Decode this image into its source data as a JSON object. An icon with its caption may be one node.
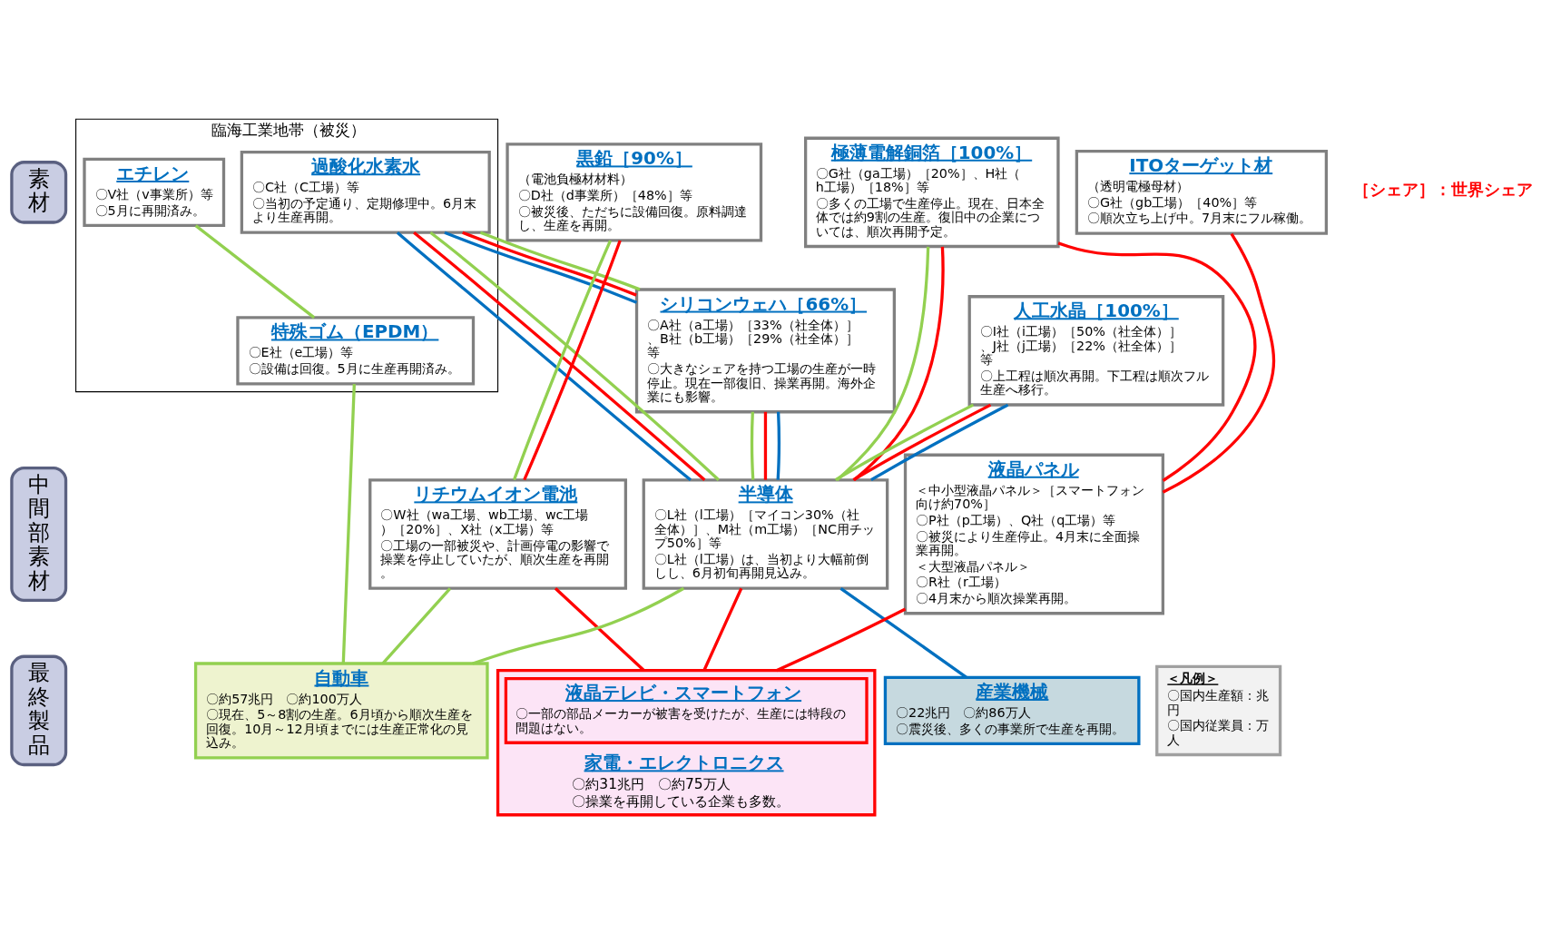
{
  "diagram": {
    "nodes": [
      {
        "text": [
          "素材"
        ]
      },
      {
        "text": [
          "中間部素材"
        ]
      },
      {
        "text": [
          "最終製品"
        ]
      },
      {
        "text": [
          "臨海工業地帯（被災）"
        ]
      },
      {
        "text": [
          "エチレン",
          "〇V社（v事業所）等",
          "〇5月に再開済み。"
        ],
        "in": 3
      },
      {
        "text": [
          "過酸化水素水",
          "〇C社（C工場）等",
          "〇当初の予定通り、定期修理中。6月末より生産再開。"
        ],
        "in": 3
      },
      {
        "text": [
          "特殊ゴム（EPDM）",
          "〇E社（e工場）等",
          "〇設備は回復。5月に生産再開済み。"
        ],
        "in": 3
      },
      {
        "text": [
          "黒鉛［90%］",
          "（電池負極材材料）",
          "〇D社（d事業所）［48%］等",
          "〇被災後、ただちに設備回復。原料調達し、生産を再開。"
        ]
      },
      {
        "text": [
          "極薄電解銅箔［100%］",
          "〇G社（ga工場）［20%］、H社（h工場）［18%］等",
          "〇多くの工場で生産停止。現在、日本全体では約9割の生産。復旧中の企業については、順次再開予定。"
        ]
      },
      {
        "text": [
          "ITOターゲット材",
          "（透明電極母材）",
          "〇G社（gb工場）［40%］等",
          "〇順次立ち上げ中。7月末にフル稼働。"
        ]
      },
      {
        "text": [
          "シリコンウェハ［66%］",
          "〇A社（a工場）［33%（社全体）］、B社（b工場）［29%（社全体）］等",
          "〇大きなシェアを持つ工場の生産が一時停止。現在一部復旧、操業再開。海外企業にも影響。"
        ]
      },
      {
        "text": [
          "人工水晶［100%］",
          "〇I社（i工場）［50%（社全体）］、J社（j工場）［22%（社全体）］等",
          "〇上工程は順次再開。下工程は順次フル生産へ移行。"
        ]
      },
      {
        "text": [
          "リチウムイオン電池",
          "〇W社（wa工場、wb工場、wc工場）［20%］、X社（x工場）等",
          "〇工場の一部被災や、計画停電の影響で操業を停止していたが、順次生産を再開。"
        ]
      },
      {
        "text": [
          "半導体",
          "〇L社（l工場）［マイコン30%（社全体）］、M社（m工場）［NC用チップ50%］等",
          "〇L社（l工場）は、当初より大幅前倒しし、6月初旬再開見込み。"
        ]
      },
      {
        "text": [
          "液晶パネル",
          "＜中小型液晶パネル＞［スマートフォン向け約70%］",
          "〇P社（p工場）、Q社（q工場）等",
          "〇被災により生産停止。4月末に全面操業再開。",
          "＜大型液晶パネル＞",
          "〇R社（r工場）",
          "〇4月末から順次操業再開。"
        ]
      },
      {
        "text": [
          "自動車",
          "〇約57兆円　〇約100万人",
          "〇現在、5～8割の生産。6月頃から順次生産を回復。10月～12月頃までには生産正常化の見込み。"
        ]
      },
      {
        "text": [
          "家電・エレクトロニクス",
          "〇約31兆円　〇約75万人",
          "〇操業を再開している企業も多数。"
        ]
      },
      {
        "text": [
          "液晶テレビ・スマートフォン",
          "〇一部の部品メーカーが被害を受けたが、生産には特段の問題はない。"
        ],
        "in": 16
      },
      {
        "text": [
          "産業機械",
          "〇22兆円　〇約86万人",
          "〇震災後、多くの事業所で生産を再開。"
        ]
      },
      {
        "text": [
          "＜凡例＞",
          "〇国内生産額：兆円",
          "〇国内従業員：万人"
        ]
      }
    ],
    "edges": [
      {
        "from": 4,
        "to": 6,
        "arrow": "none",
        "color": "#92d050"
      },
      {
        "from": 6,
        "to": 15,
        "arrow": "none",
        "color": "#92d050"
      },
      {
        "from": 5,
        "to": 10,
        "arrow": "none",
        "color": "#0070c0"
      },
      {
        "from": 5,
        "to": 10,
        "arrow": "none",
        "color": "#ff0000"
      },
      {
        "from": 5,
        "to": 10,
        "arrow": "none",
        "color": "#92d050"
      },
      {
        "from": 5,
        "to": 13,
        "arrow": "none",
        "color": "#0070c0"
      },
      {
        "from": 5,
        "to": 13,
        "arrow": "none",
        "color": "#ff0000"
      },
      {
        "from": 5,
        "to": 13,
        "arrow": "none",
        "color": "#92d050"
      },
      {
        "from": 7,
        "to": 12,
        "arrow": "none",
        "color": "#92d050"
      },
      {
        "from": 7,
        "to": 12,
        "arrow": "none",
        "color": "#ff0000"
      },
      {
        "from": 10,
        "to": 13,
        "arrow": "none",
        "color": "#92d050"
      },
      {
        "from": 10,
        "to": 13,
        "arrow": "none",
        "color": "#ff0000"
      },
      {
        "from": 10,
        "to": 13,
        "arrow": "none",
        "color": "#0070c0"
      },
      {
        "from": 8,
        "to": 13,
        "arrow": "none",
        "color": "#92d050"
      },
      {
        "from": 8,
        "to": 13,
        "arrow": "none",
        "color": "#ff0000"
      },
      {
        "from": 8,
        "to": 14,
        "arrow": "none",
        "color": "#ff0000"
      },
      {
        "from": 11,
        "to": 13,
        "arrow": "none",
        "color": "#92d050"
      },
      {
        "from": 11,
        "to": 13,
        "arrow": "none",
        "color": "#ff0000"
      },
      {
        "from": 11,
        "to": 13,
        "arrow": "none",
        "color": "#0070c0"
      },
      {
        "from": 9,
        "to": 14,
        "arrow": "none",
        "color": "#ff0000"
      },
      {
        "from": 12,
        "to": 15,
        "arrow": "none",
        "color": "#92d050"
      },
      {
        "from": 13,
        "to": 15,
        "arrow": "none",
        "color": "#92d050"
      },
      {
        "from": 12,
        "to": 16,
        "arrow": "none",
        "color": "#ff0000"
      },
      {
        "from": 13,
        "to": 16,
        "arrow": "none",
        "color": "#ff0000"
      },
      {
        "from": 14,
        "to": 16,
        "arrow": "none",
        "color": "#ff0000"
      },
      {
        "from": 13,
        "to": 18,
        "arrow": "none",
        "color": "#0070c0"
      }
    ],
    "labels": [
      "［シェア］：世界シェア"
    ]
  }
}
